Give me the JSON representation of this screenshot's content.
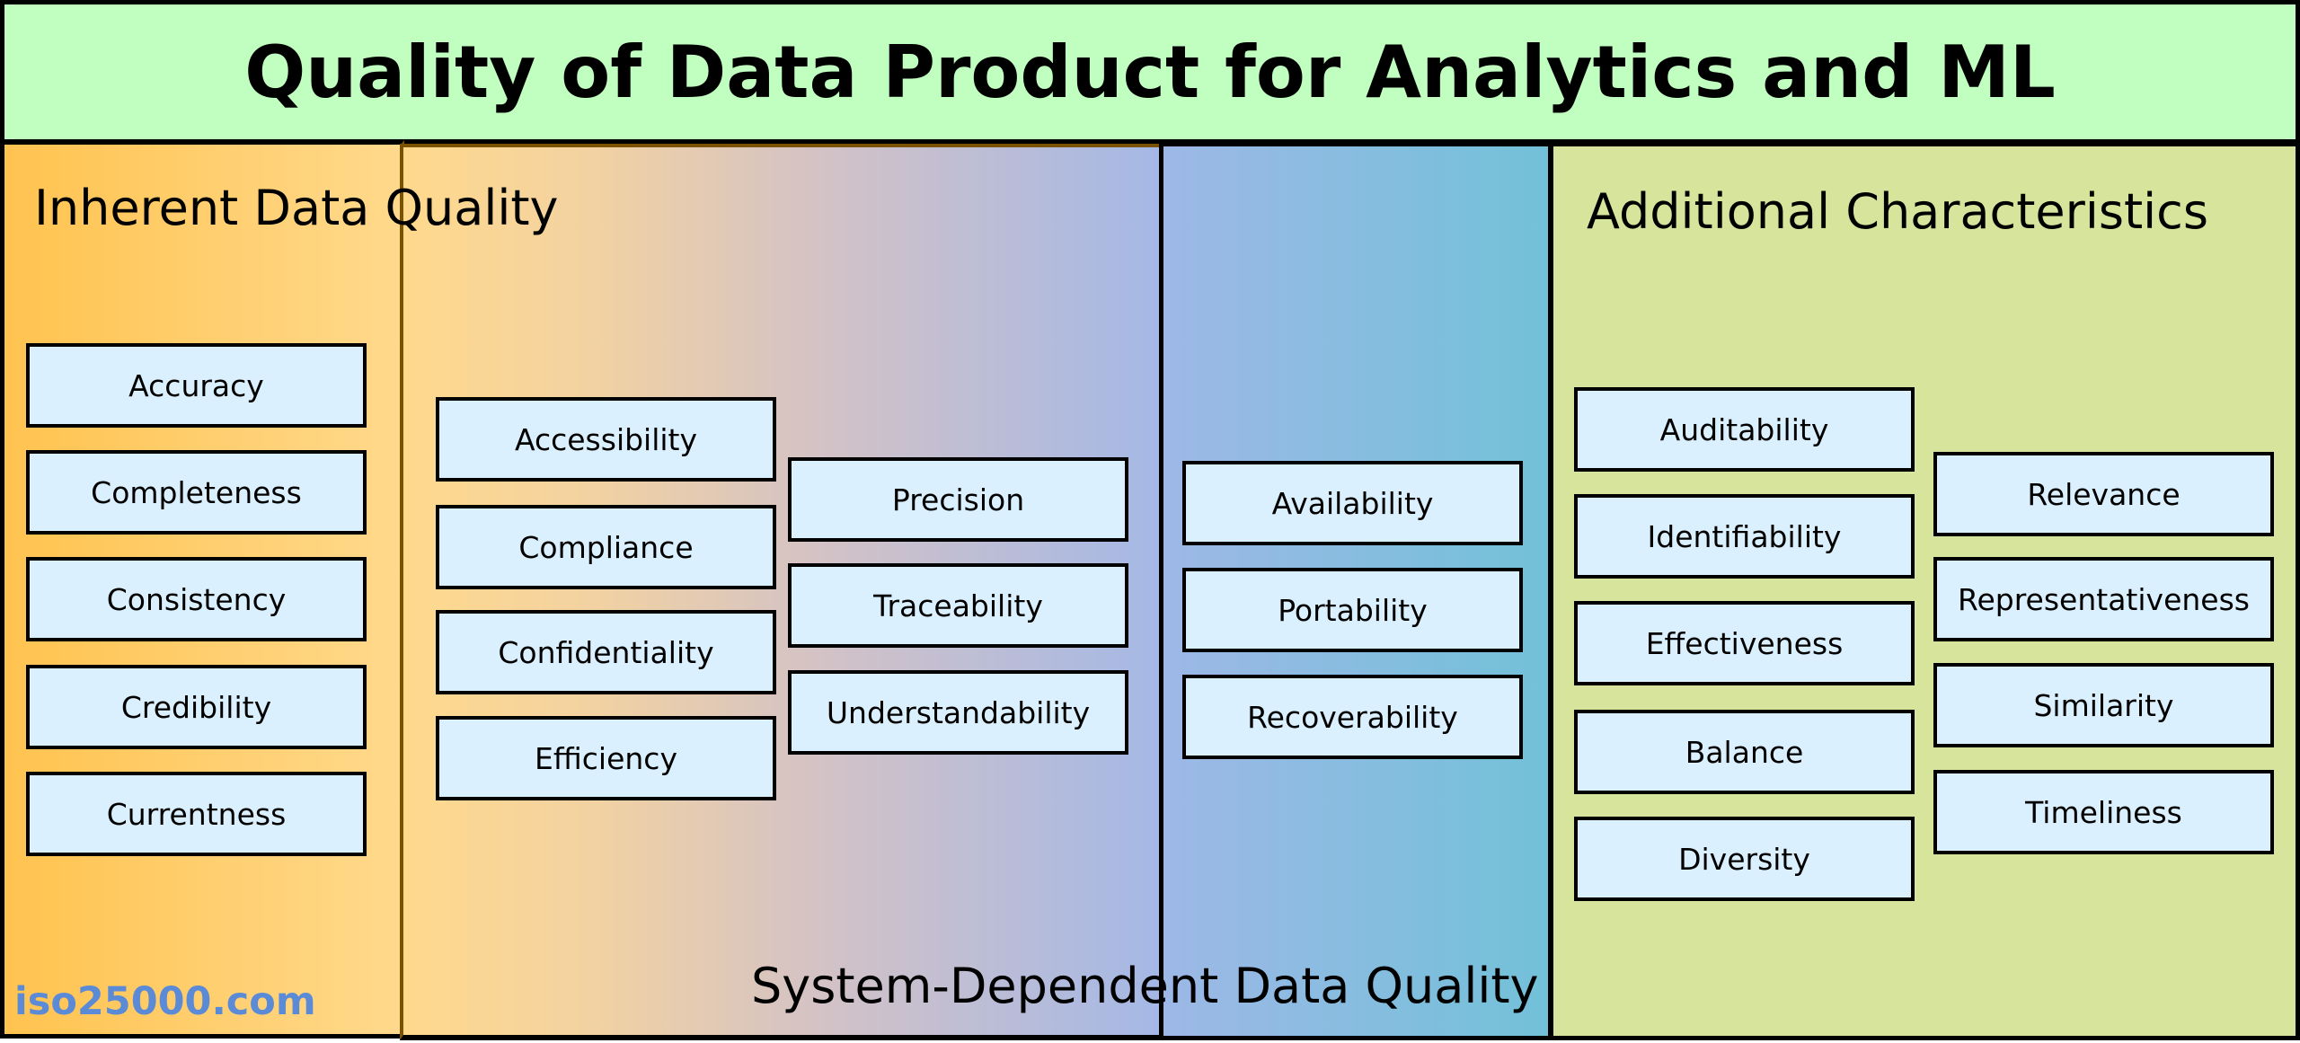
{
  "title": "Quality of Data Product for Analytics and ML",
  "inherent": {
    "heading": "Inherent Data Quality",
    "items": [
      "Accuracy",
      "Completeness",
      "Consistency",
      "Credibility",
      "Currentness"
    ]
  },
  "system": {
    "heading": "System-Dependent Data Quality",
    "col1": [
      "Accessibility",
      "Compliance",
      "Confidentiality",
      "Efficiency"
    ],
    "col2": [
      "Precision",
      "Traceability",
      "Understandability"
    ],
    "col3": [
      "Availability",
      "Portability",
      "Recoverability"
    ]
  },
  "additional": {
    "heading": "Additional Characteristics",
    "col1": [
      "Auditability",
      "Identifiability",
      "Effectiveness",
      "Balance",
      "Diversity"
    ],
    "col2": [
      "Relevance",
      "Representativeness",
      "Similarity",
      "Timeliness"
    ]
  },
  "watermark": "iso25000.com"
}
